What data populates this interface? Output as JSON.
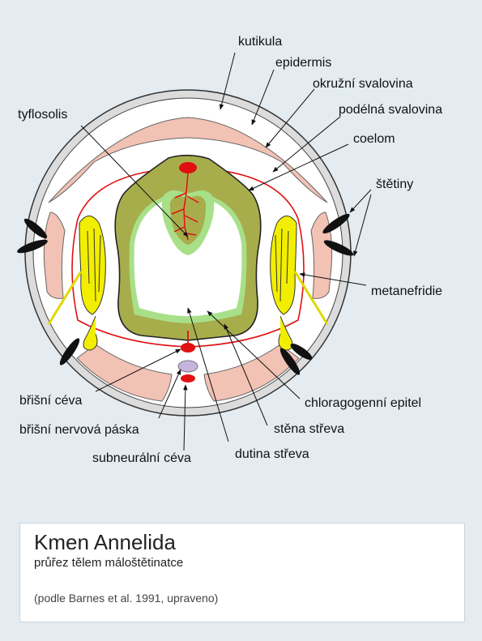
{
  "labels": {
    "kutikula": "kutikula",
    "epidermis": "epidermis",
    "okruzni": "okružní svalovina",
    "podelna": "podélná svalovina",
    "coelom": "coelom",
    "stetiny": "štětiny",
    "tyflosolis": "tyflosolis",
    "metanefridie": "metanefridie",
    "chloragogen": "chloragogenní epitel",
    "stena": "stěna střeva",
    "dutina": "dutina střeva",
    "subneuralni": "subneurální céva",
    "nervova": "břišní nervová páska",
    "bris_ceva": "břišní céva"
  },
  "caption": {
    "title": "Kmen Annelida",
    "subtitle": "průřez tělem máloštětinatce",
    "source": "(podle Barnes et al. 1991, upraveno)"
  },
  "colors": {
    "background": "#e4ecf1",
    "cuticle": "#d6d6d6",
    "muscle": "#f2c2b4",
    "gut_wall": "#a8ad4c",
    "chloragogen": "#a8e08a",
    "vessel": "#e01010",
    "nephridia": "#f2ee00",
    "setae": "#111111"
  }
}
